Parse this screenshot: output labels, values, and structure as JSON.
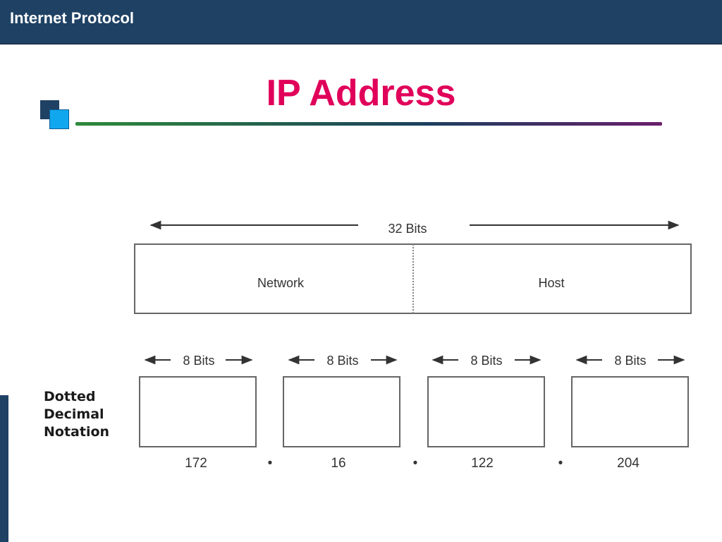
{
  "header": {
    "title": "Internet Protocol"
  },
  "slide": {
    "title": "IP Address"
  },
  "colors": {
    "header_bg": "#1f4164",
    "title": "#e0005a",
    "accent": "#11a7ef"
  },
  "diagram": {
    "total_label": "32 Bits",
    "segments": [
      "Network",
      "Host"
    ],
    "octet_label": "8 Bits",
    "octet_values": [
      "172",
      "16",
      "122",
      "204"
    ],
    "separator": "•",
    "notation_label": [
      "Dotted",
      "Decimal",
      "Notation"
    ]
  }
}
